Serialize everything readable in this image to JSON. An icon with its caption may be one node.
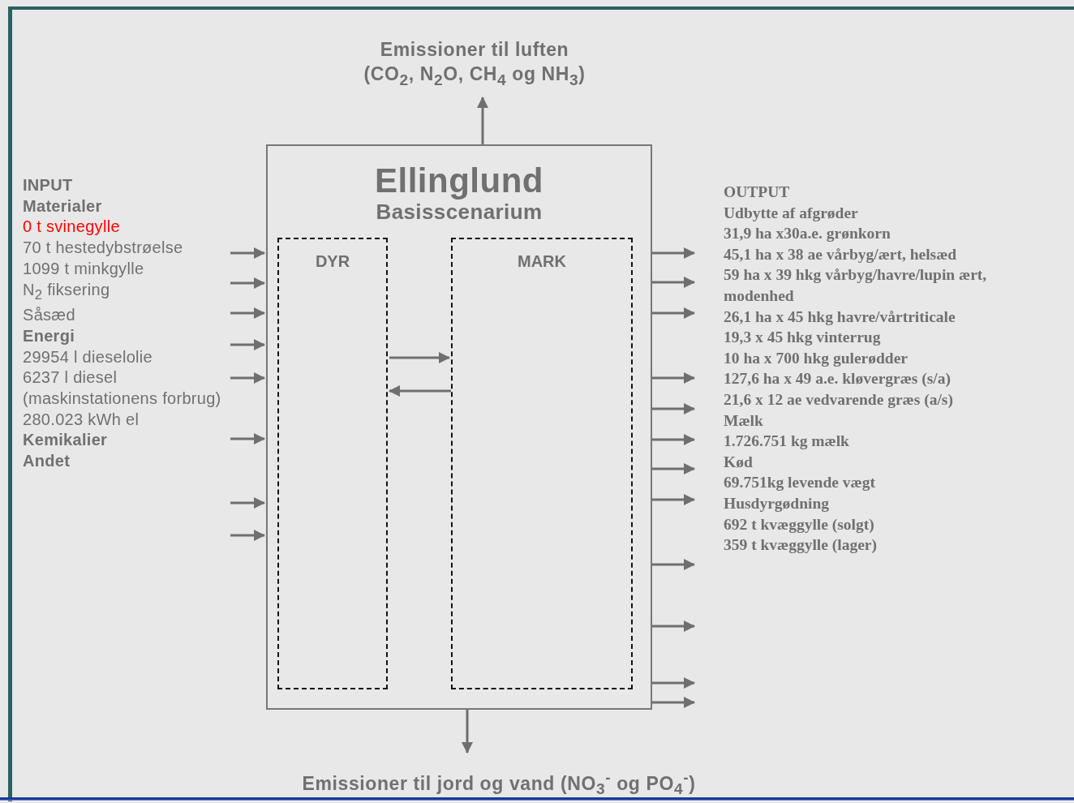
{
  "diagram": {
    "nodes": [
      {
        "text": [
          "Emissioner til luften",
          "(CO$_{2}$, N$_{2}$O, CH$_{4}$ og NH$_{3}$)"
        ]
      },
      {
        "text": [
          "Ellinglund",
          "Basisscenarium"
        ]
      },
      {
        "text": [
          "DYR"
        ],
        "in": 1
      },
      {
        "text": [
          "MARK"
        ],
        "in": 1
      },
      {
        "text": [
          "Emissioner til jord og vand (NO$_{3}$$^{-}$ og PO$_{4}$$^{-}$)"
        ]
      }
    ],
    "edges": [
      {
        "from": 1,
        "to": 0,
        "arrow": "to"
      },
      {
        "from": 1,
        "to": 4,
        "arrow": "to"
      },
      {
        "from": 2,
        "to": 3,
        "arrow": "to"
      },
      {
        "from": 3,
        "to": 2,
        "arrow": "to"
      },
      {
        "from": null,
        "to": 1,
        "arrow": "to"
      },
      {
        "from": null,
        "to": 1,
        "arrow": "to"
      },
      {
        "from": null,
        "to": 1,
        "arrow": "to"
      },
      {
        "from": null,
        "to": 1,
        "arrow": "to"
      },
      {
        "from": null,
        "to": 1,
        "arrow": "to"
      },
      {
        "from": null,
        "to": 1,
        "arrow": "to"
      },
      {
        "from": null,
        "to": 1,
        "arrow": "to"
      },
      {
        "from": null,
        "to": 1,
        "arrow": "to"
      },
      {
        "from": 1,
        "to": null,
        "arrow": "to"
      },
      {
        "from": 1,
        "to": null,
        "arrow": "to"
      },
      {
        "from": 1,
        "to": null,
        "arrow": "to"
      },
      {
        "from": 1,
        "to": null,
        "arrow": "to"
      },
      {
        "from": 1,
        "to": null,
        "arrow": "to"
      },
      {
        "from": 1,
        "to": null,
        "arrow": "to"
      },
      {
        "from": 1,
        "to": null,
        "arrow": "to"
      },
      {
        "from": 1,
        "to": null,
        "arrow": "to"
      },
      {
        "from": 1,
        "to": null,
        "arrow": "to"
      },
      {
        "from": 1,
        "to": null,
        "arrow": "to"
      },
      {
        "from": 1,
        "to": null,
        "arrow": "to"
      },
      {
        "from": 1,
        "to": null,
        "arrow": "to"
      }
    ],
    "labels": [
      "INPUT",
      "Materialer",
      "0 t svinegylle",
      "70 t hestedybstrøelse",
      "1099 t minkgylle",
      "N$_{2}$ fiksering",
      "Såsæd",
      "Energi",
      "29954 l dieselolie",
      "6237 l diesel (maskinstationens forbrug)",
      "280.023 kWh el",
      "Kemikalier",
      "Andet",
      "OUTPUT",
      "Udbytte af afgrøder",
      "31,9 ha x30a.e. grønkorn",
      "45,1 ha x 38 ae vårbyg/ært, helsæd",
      "59 ha x 39 hkg vårbyg/havre/lupin ært, modenhed",
      "26,1 ha x 45 hkg havre/vårtriticale",
      "19,3 x 45 hkg vinterrug",
      "10 ha x 700 hkg gulerødder",
      "127,6 ha x 49 a.e. kløvergræs (s/a)",
      "21,6 x 12 ae vedvarende græs (a/s)",
      "Mælk",
      "1.726.751 kg mælk",
      "Kød",
      "69.751kg levende vægt",
      "Husdyrgødning",
      "692 t kvæggylle (solgt)",
      "359 t kvæggylle (lager)"
    ]
  }
}
